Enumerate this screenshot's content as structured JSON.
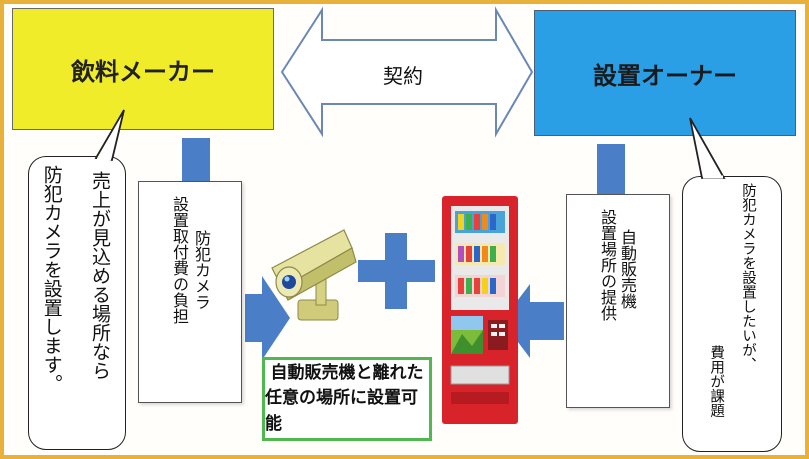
{
  "nodes": {
    "maker": "飲料メーカー",
    "owner": "設置オーナー",
    "contract": "契約"
  },
  "left_bubble": {
    "col1": "売上が見込める場所なら",
    "col2": "防犯カメラを設置します。"
  },
  "left_panel": {
    "col1": "防犯カメラ",
    "col2": "設置取付費の負担"
  },
  "right_panel": {
    "col1": "自動販売機",
    "col2": "設置場所の提供"
  },
  "right_bubble": {
    "col1": "防犯カメラを設置したいが、",
    "col2": "費用が課題"
  },
  "caption": {
    "line1": "自動販売機と離れた",
    "line2": "任意の場所に設置可能"
  },
  "colors": {
    "maker_fill": "#f1ec2a",
    "owner_fill": "#2b9fe6",
    "arrow_blue": "#4a7fc8",
    "frame": "#e8b13a",
    "caption_border": "#4fb84e",
    "vending_red": "#d8232a"
  }
}
